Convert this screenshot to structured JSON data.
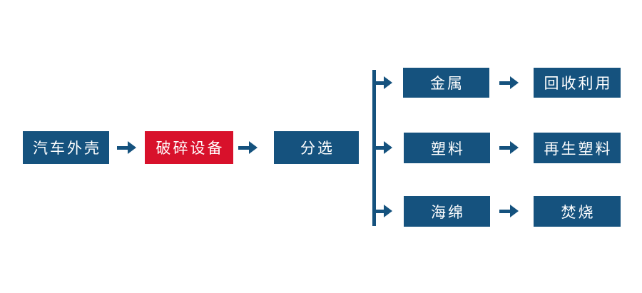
{
  "diagram": {
    "name": "car-shell-recycling-flowchart",
    "colors": {
      "node_blue": "#15527e",
      "node_red": "#d8112b",
      "connector_blue": "#15527e",
      "text_white": "#ffffff",
      "background": "#ffffff"
    },
    "arrow_glyph": "→",
    "main_flow": {
      "nodes": [
        {
          "id": "car-shell",
          "label": "汽车外壳",
          "color": "#15527e"
        },
        {
          "id": "crushing-equipment",
          "label": "破碎设备",
          "color": "#d8112b"
        },
        {
          "id": "sorting",
          "label": "分选",
          "color": "#15527e"
        }
      ]
    },
    "branches": [
      {
        "material": "金属",
        "result": "回收利用"
      },
      {
        "material": "塑料",
        "result": "再生塑料"
      },
      {
        "material": "海绵",
        "result": "焚烧"
      }
    ]
  }
}
